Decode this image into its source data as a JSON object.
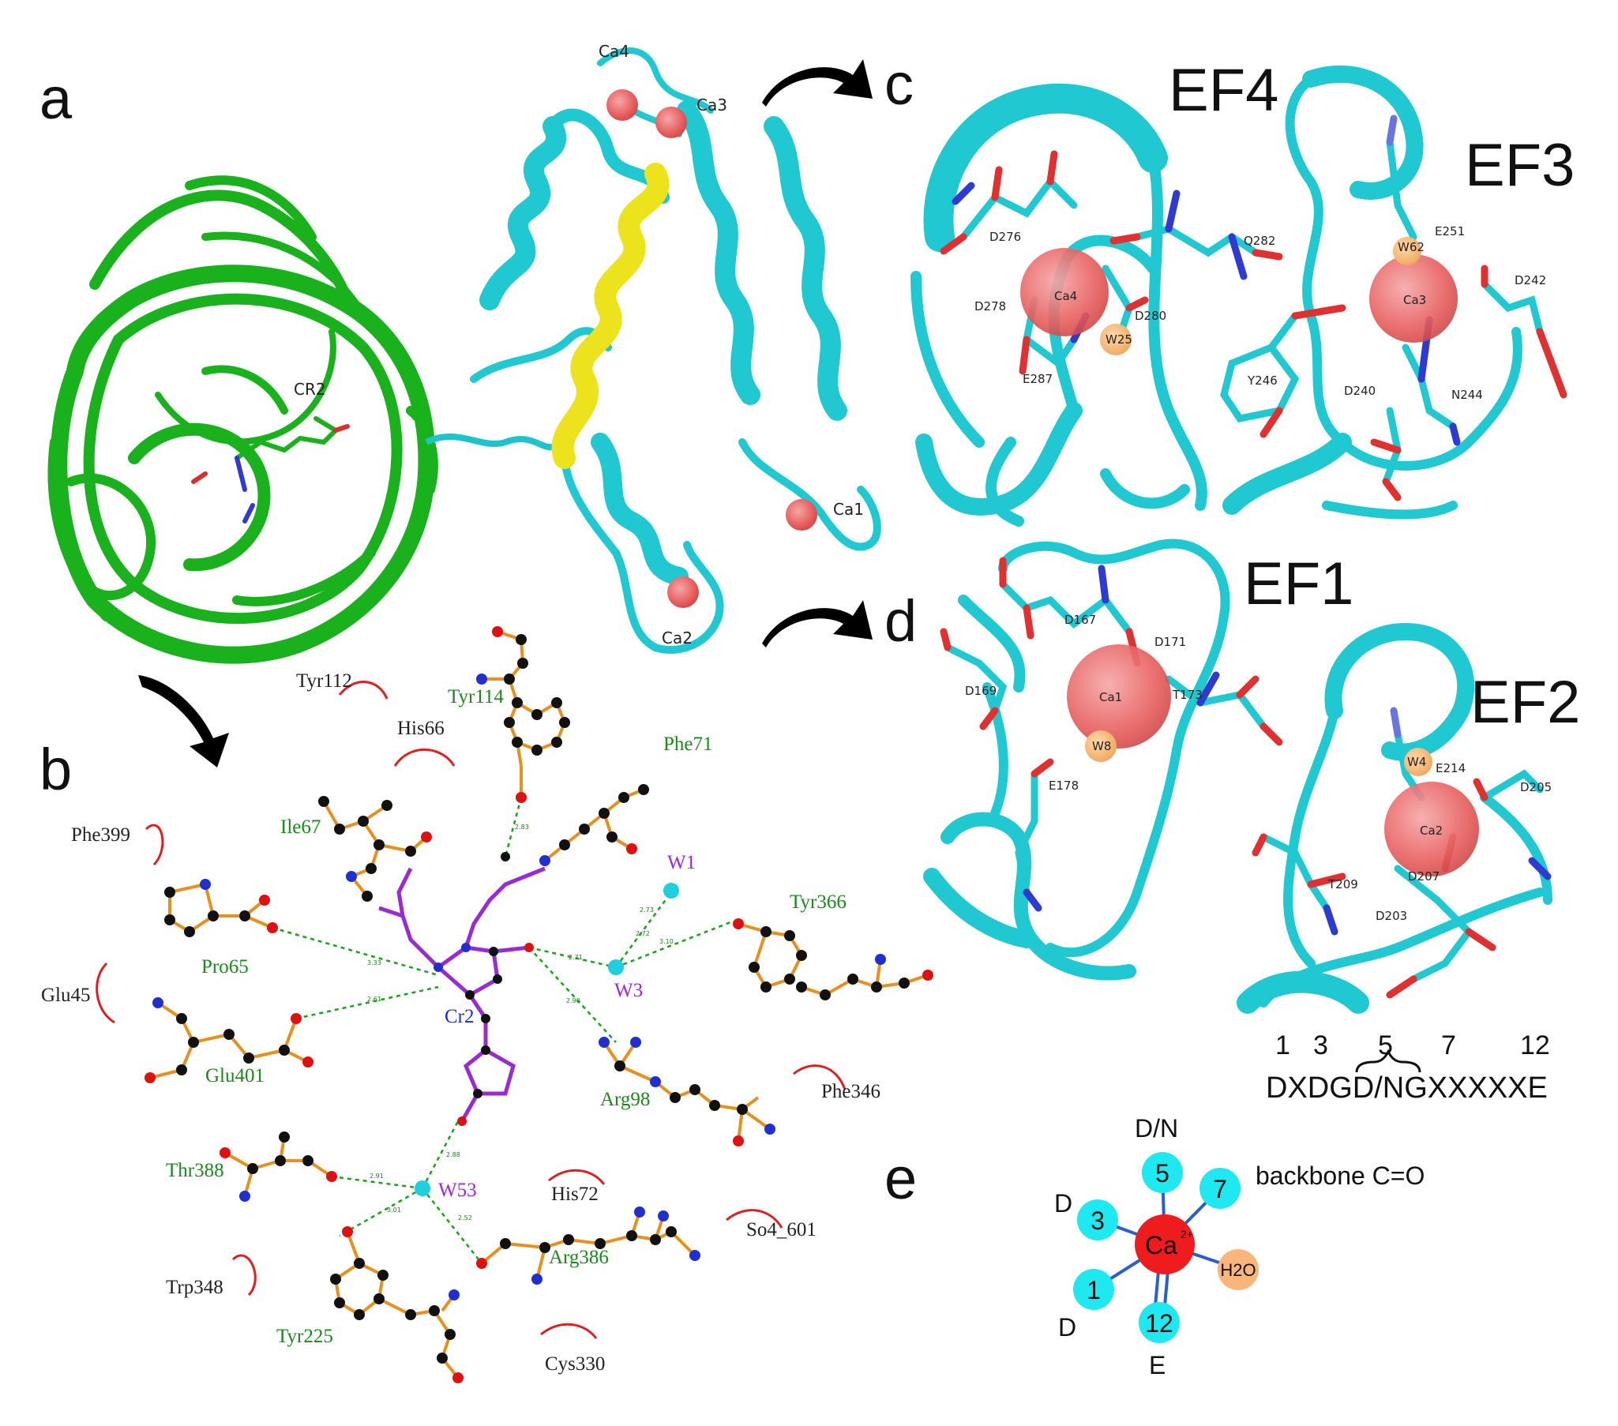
{
  "panels": {
    "a": "a",
    "b": "b",
    "c": "c",
    "d": "d",
    "e": "e"
  },
  "panel_a": {
    "chromophore": "CR2",
    "ca": [
      "Ca4",
      "Ca3",
      "Ca1",
      "Ca2"
    ]
  },
  "panel_c": {
    "ef_left": "EF4",
    "ef_right": "EF3",
    "residues_left": [
      "D276",
      "Q282",
      "Ca4",
      "D278",
      "D280",
      "W25",
      "E287"
    ],
    "residues_right": [
      "W62",
      "E251",
      "D242",
      "Ca3",
      "Y246",
      "D240",
      "N244"
    ]
  },
  "panel_d": {
    "ef_left": "EF1",
    "ef_right": "EF2",
    "residues_left": [
      "D167",
      "D171",
      "D169",
      "Ca1",
      "T173",
      "W8",
      "E178"
    ],
    "residues_right": [
      "W4",
      "E214",
      "D205",
      "Ca2",
      "T209",
      "D207",
      "D203"
    ]
  },
  "panel_b": {
    "green": [
      "Tyr114",
      "Phe71",
      "Ile67",
      "Tyr366",
      "Pro65",
      "Glu401",
      "Arg98",
      "Thr388",
      "Arg386",
      "Tyr225"
    ],
    "black": [
      "Tyr112",
      "His66",
      "Phe399",
      "Glu45",
      "Phe346",
      "His72",
      "So4_601",
      "Trp348",
      "Cys330"
    ],
    "purple": [
      "W1",
      "W3",
      "W53"
    ],
    "center": "Cr2",
    "distances": [
      "2.83",
      "3.33",
      "2.71",
      "2.90",
      "3.10",
      "2.61",
      "2.91",
      "2.88",
      "2.72",
      "2.73",
      "3.01",
      "2.52"
    ]
  },
  "motif": {
    "positions": [
      "1",
      "3",
      "5",
      "7",
      "12"
    ],
    "sequence": "DXDGD/NGXXXXXE"
  },
  "panel_e": {
    "center": "Ca",
    "charge": "2+",
    "water": "H2O",
    "nodes": [
      "5",
      "7",
      "3",
      "1",
      "12"
    ],
    "labels": {
      "dn": "D/N",
      "backbone": "backbone C=O",
      "d_upper": "D",
      "d_lower": "D",
      "e": "E"
    }
  }
}
